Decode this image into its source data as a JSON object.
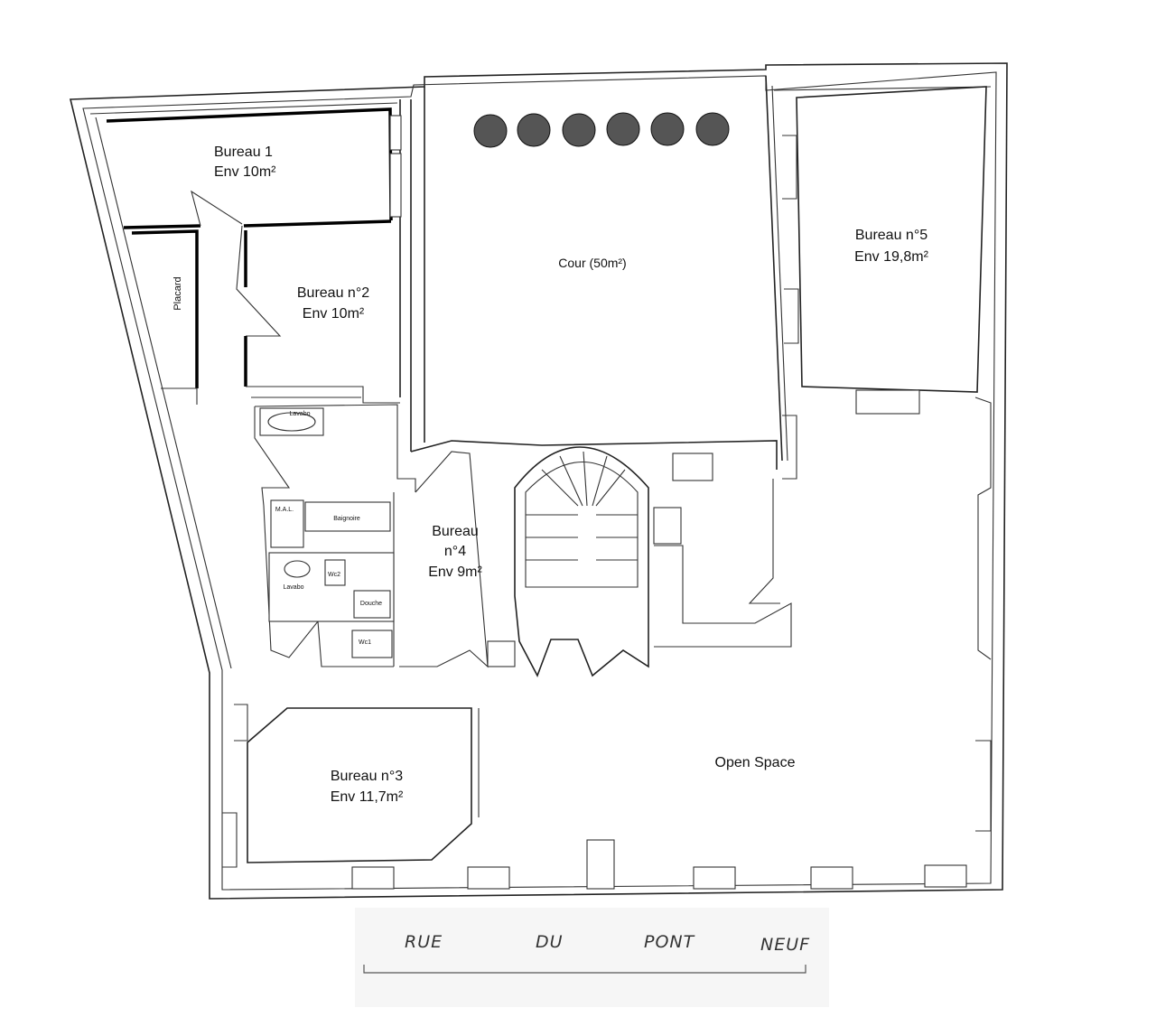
{
  "plan": {
    "rooms": {
      "bureau1": {
        "name": "Bureau 1",
        "area": "Env 10m²"
      },
      "bureau2": {
        "name": "Bureau n°2",
        "area": "Env 10m²"
      },
      "placard": {
        "name": "Placard"
      },
      "cour": {
        "name": "Cour (50m²)"
      },
      "bureau5": {
        "name": "Bureau n°5",
        "area": "Env 19,8m²"
      },
      "bureau4": {
        "line1": "Bureau",
        "line2": "n°4",
        "area": "Env 9m²"
      },
      "bureau3": {
        "name": "Bureau n°3",
        "area": "Env 11,7m²"
      },
      "open_space": {
        "name": "Open Space"
      }
    },
    "fixtures": {
      "lavabo_top": "Lavabo",
      "mal": "M.A.L.",
      "baignoire": "Baignoire",
      "lavabo_bottom": "Lavabo",
      "wc2": "Wc2",
      "douche": "Douche",
      "wc1": "Wc1"
    },
    "street": {
      "word1": "RUE",
      "word2": "DU",
      "word3": "PONT",
      "word4": "NEUF"
    }
  }
}
